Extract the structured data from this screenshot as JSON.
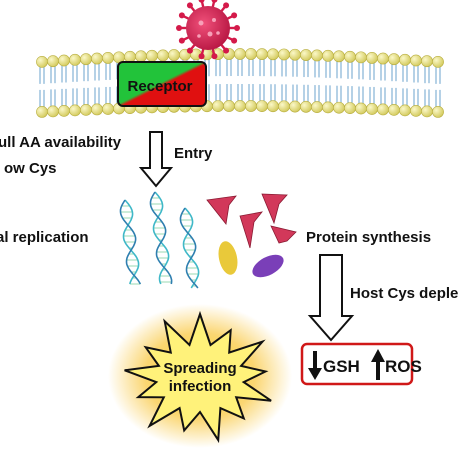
{
  "labels": {
    "receptor": "Receptor",
    "full_aa": "ull AA availability",
    "low_cys": "ow Cys",
    "entry": "Entry",
    "viral_replication": "al replication",
    "protein_synthesis": "Protein synthesis",
    "host_cys": "Host Cys deple",
    "spreading_line1": "Spreading",
    "spreading_line2": "infection",
    "gsh": "GSH",
    "ros": "ROS"
  },
  "colors": {
    "lipid_head": "#e6e07a",
    "lipid_tail": "#8db8d8",
    "receptor_green": "#22c33a",
    "receptor_red": "#e01010",
    "virus": "#d41a4a",
    "dna": "#3fb8c8",
    "protein_pink": "#d2385a",
    "protein_yellow": "#e9c93a",
    "protein_purple": "#7a3fb8",
    "burst_fill": "#fff27a",
    "burst_glow": "#f7b500",
    "box_border": "#d01818"
  }
}
